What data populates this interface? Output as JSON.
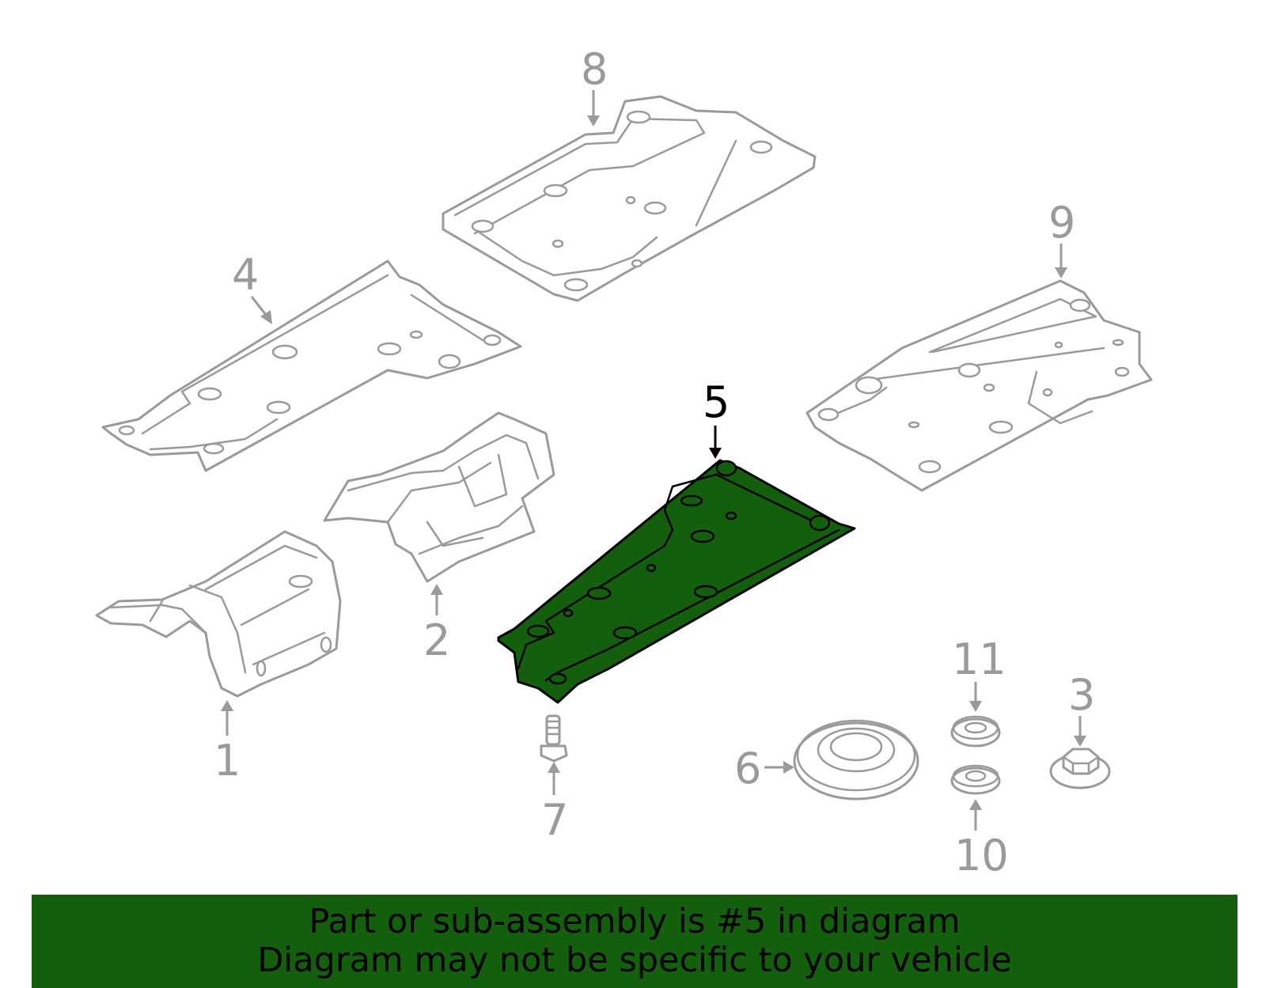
{
  "callouts": {
    "p1": "1",
    "p2": "2",
    "p3": "3",
    "p4": "4",
    "p5": "5",
    "p6": "6",
    "p7": "7",
    "p8": "8",
    "p9": "9",
    "p10": "10",
    "p11": "11"
  },
  "highlighted_part": "5",
  "banner": {
    "line1": "Part or sub-assembly is #5 in diagram",
    "line2": "Diagram may not be specific to your vehicle"
  },
  "colors": {
    "highlight": "#145f0d",
    "outline": "#9a9a9a",
    "banner_bg": "#145f0d"
  }
}
